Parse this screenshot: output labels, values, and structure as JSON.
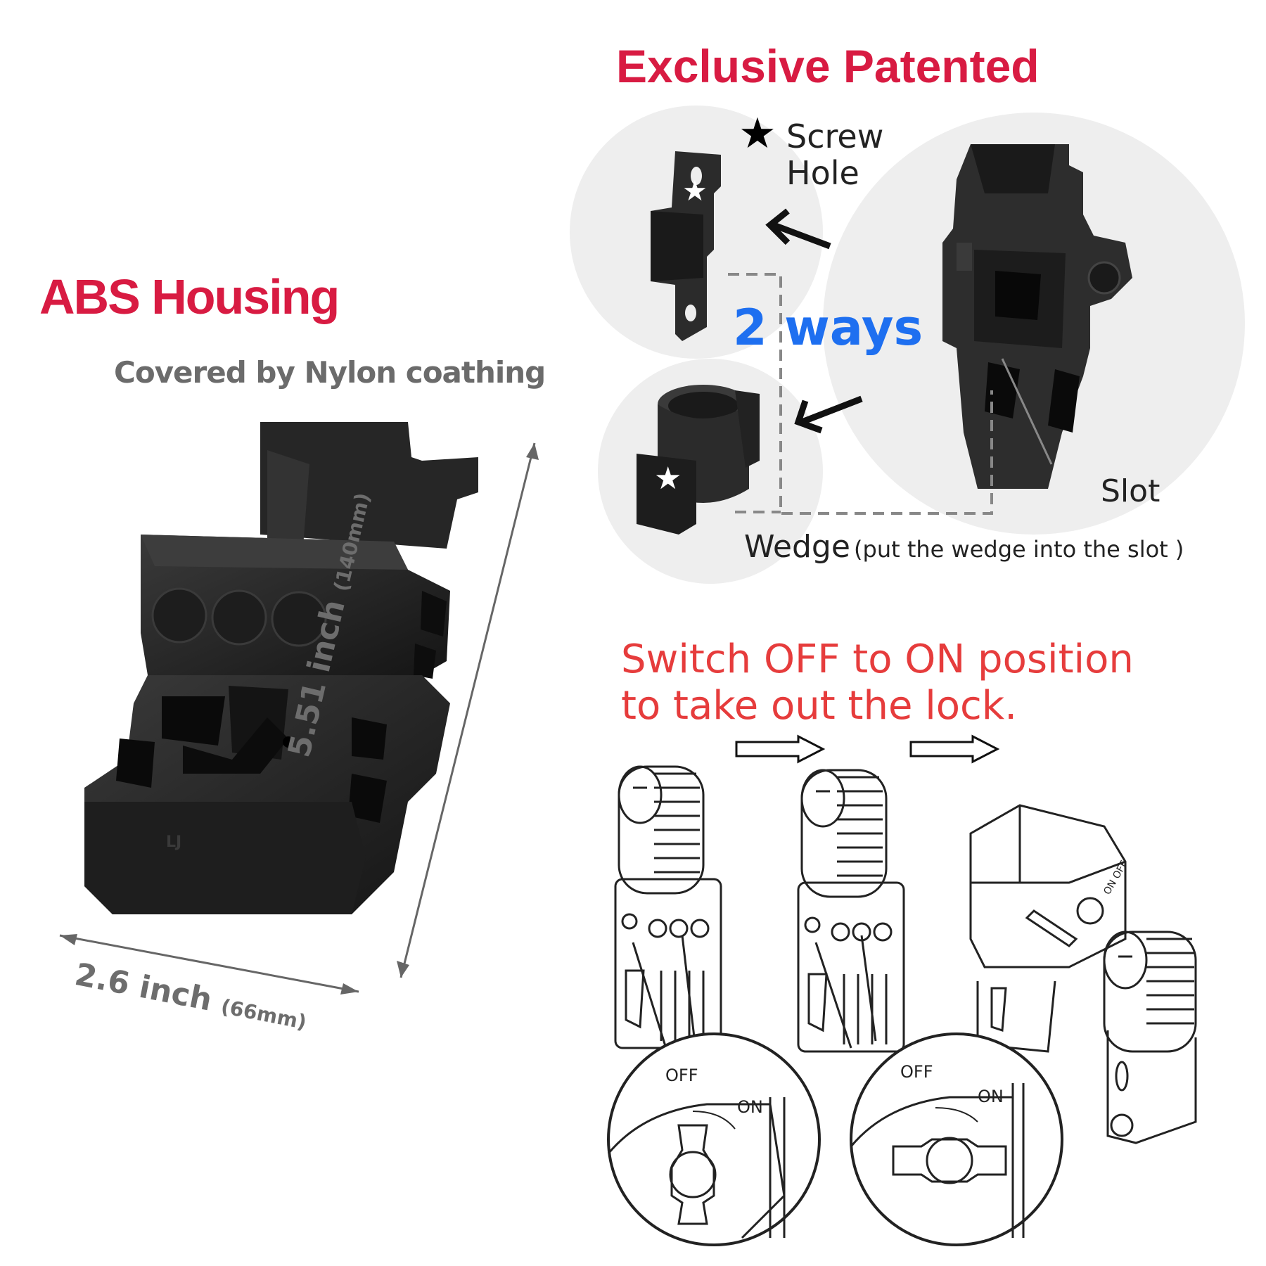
{
  "left_panel": {
    "title": "ABS Housing",
    "subtitle": "Covered by Nylon coathing",
    "brand_mark": "LJ",
    "height_dim": {
      "main": "5.51 inch",
      "sub": "(140mm)"
    },
    "width_dim": {
      "main": "2.6 inch",
      "sub": "(66mm)"
    }
  },
  "top_right_panel": {
    "title": "Exclusive Patented",
    "screw_hole_label_line1": "Screw",
    "screw_hole_label_line2": "Hole",
    "ways_label": "2 ways",
    "slot_label": "Slot",
    "wedge_label": "Wedge",
    "wedge_note": "(put the wedge into the slot )"
  },
  "bottom_right_panel": {
    "instruction_line1": "Switch OFF to ON position",
    "instruction_line2": "to take out the lock.",
    "detail_1": {
      "off_label": "OFF",
      "on_label": "ON"
    },
    "detail_2": {
      "off_label": "OFF",
      "on_label": "ON"
    },
    "mini_switch_label": "ON OFF"
  },
  "colors": {
    "title_red": "#d81b42",
    "instruction_red": "#e63c3c",
    "ways_blue": "#1e6ff0",
    "gray_text": "#6b6b6b",
    "product_black": "#2a2a2a"
  }
}
